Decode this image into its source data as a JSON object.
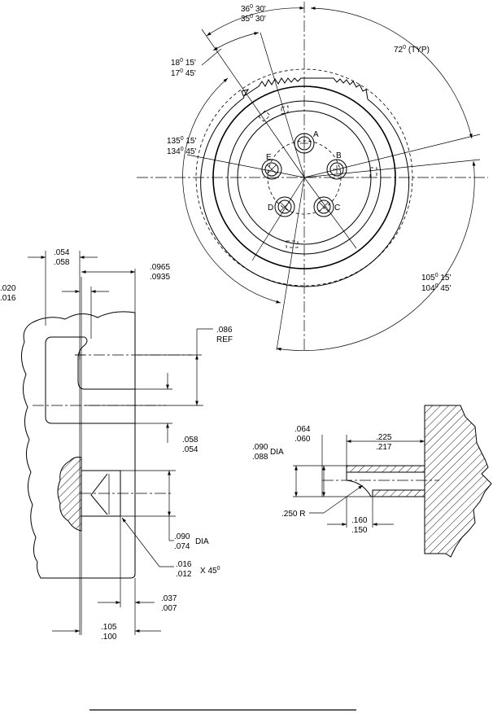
{
  "flange_view": {
    "angles": {
      "top_max": "36",
      "top_max_min": "30'",
      "top_min": "35",
      "top_min_min": "30'",
      "typ_deg": "72",
      "typ_note": "(TYP)",
      "upper_left_max": "18",
      "upper_left_max_min": "15'",
      "upper_left_min": "17",
      "upper_left_min_min": "45'",
      "left_max": "135",
      "left_max_min": "15'",
      "left_min": "134",
      "left_min_min": "45'",
      "lower_right_max": "105",
      "lower_right_max_min": "15'",
      "lower_right_min": "104",
      "lower_right_min_min": "45'",
      "deg_symbol": "0"
    },
    "contacts": [
      "A",
      "B",
      "C",
      "D",
      "E"
    ]
  },
  "section_view": {
    "dims": {
      "top_a": ".054",
      "top_b": ".058",
      "left_a": ".020",
      "left_b": ".016",
      "right_a": ".0965",
      "right_b": ".0935",
      "ref_a": ".086",
      "ref_b": "REF",
      "gap_a": ".058",
      "gap_b": ".054",
      "dia_a": ".090",
      "dia_b": ".074",
      "dia_label": "DIA",
      "chamfer_a": ".016",
      "chamfer_b": ".012",
      "chamfer_x": "X  45",
      "bot_a": ".037",
      "bot_b": ".007",
      "base_a": ".105",
      "base_b": ".100"
    }
  },
  "tube_view": {
    "dims": {
      "len_a": ".064",
      "len_b": ".060",
      "depth_a": ".225",
      "depth_b": ".217",
      "dia_a": ".090",
      "dia_b": ".088",
      "dia_label": "DIA",
      "radius": ".250  R",
      "off_a": ".160",
      "off_b": ".150"
    }
  }
}
